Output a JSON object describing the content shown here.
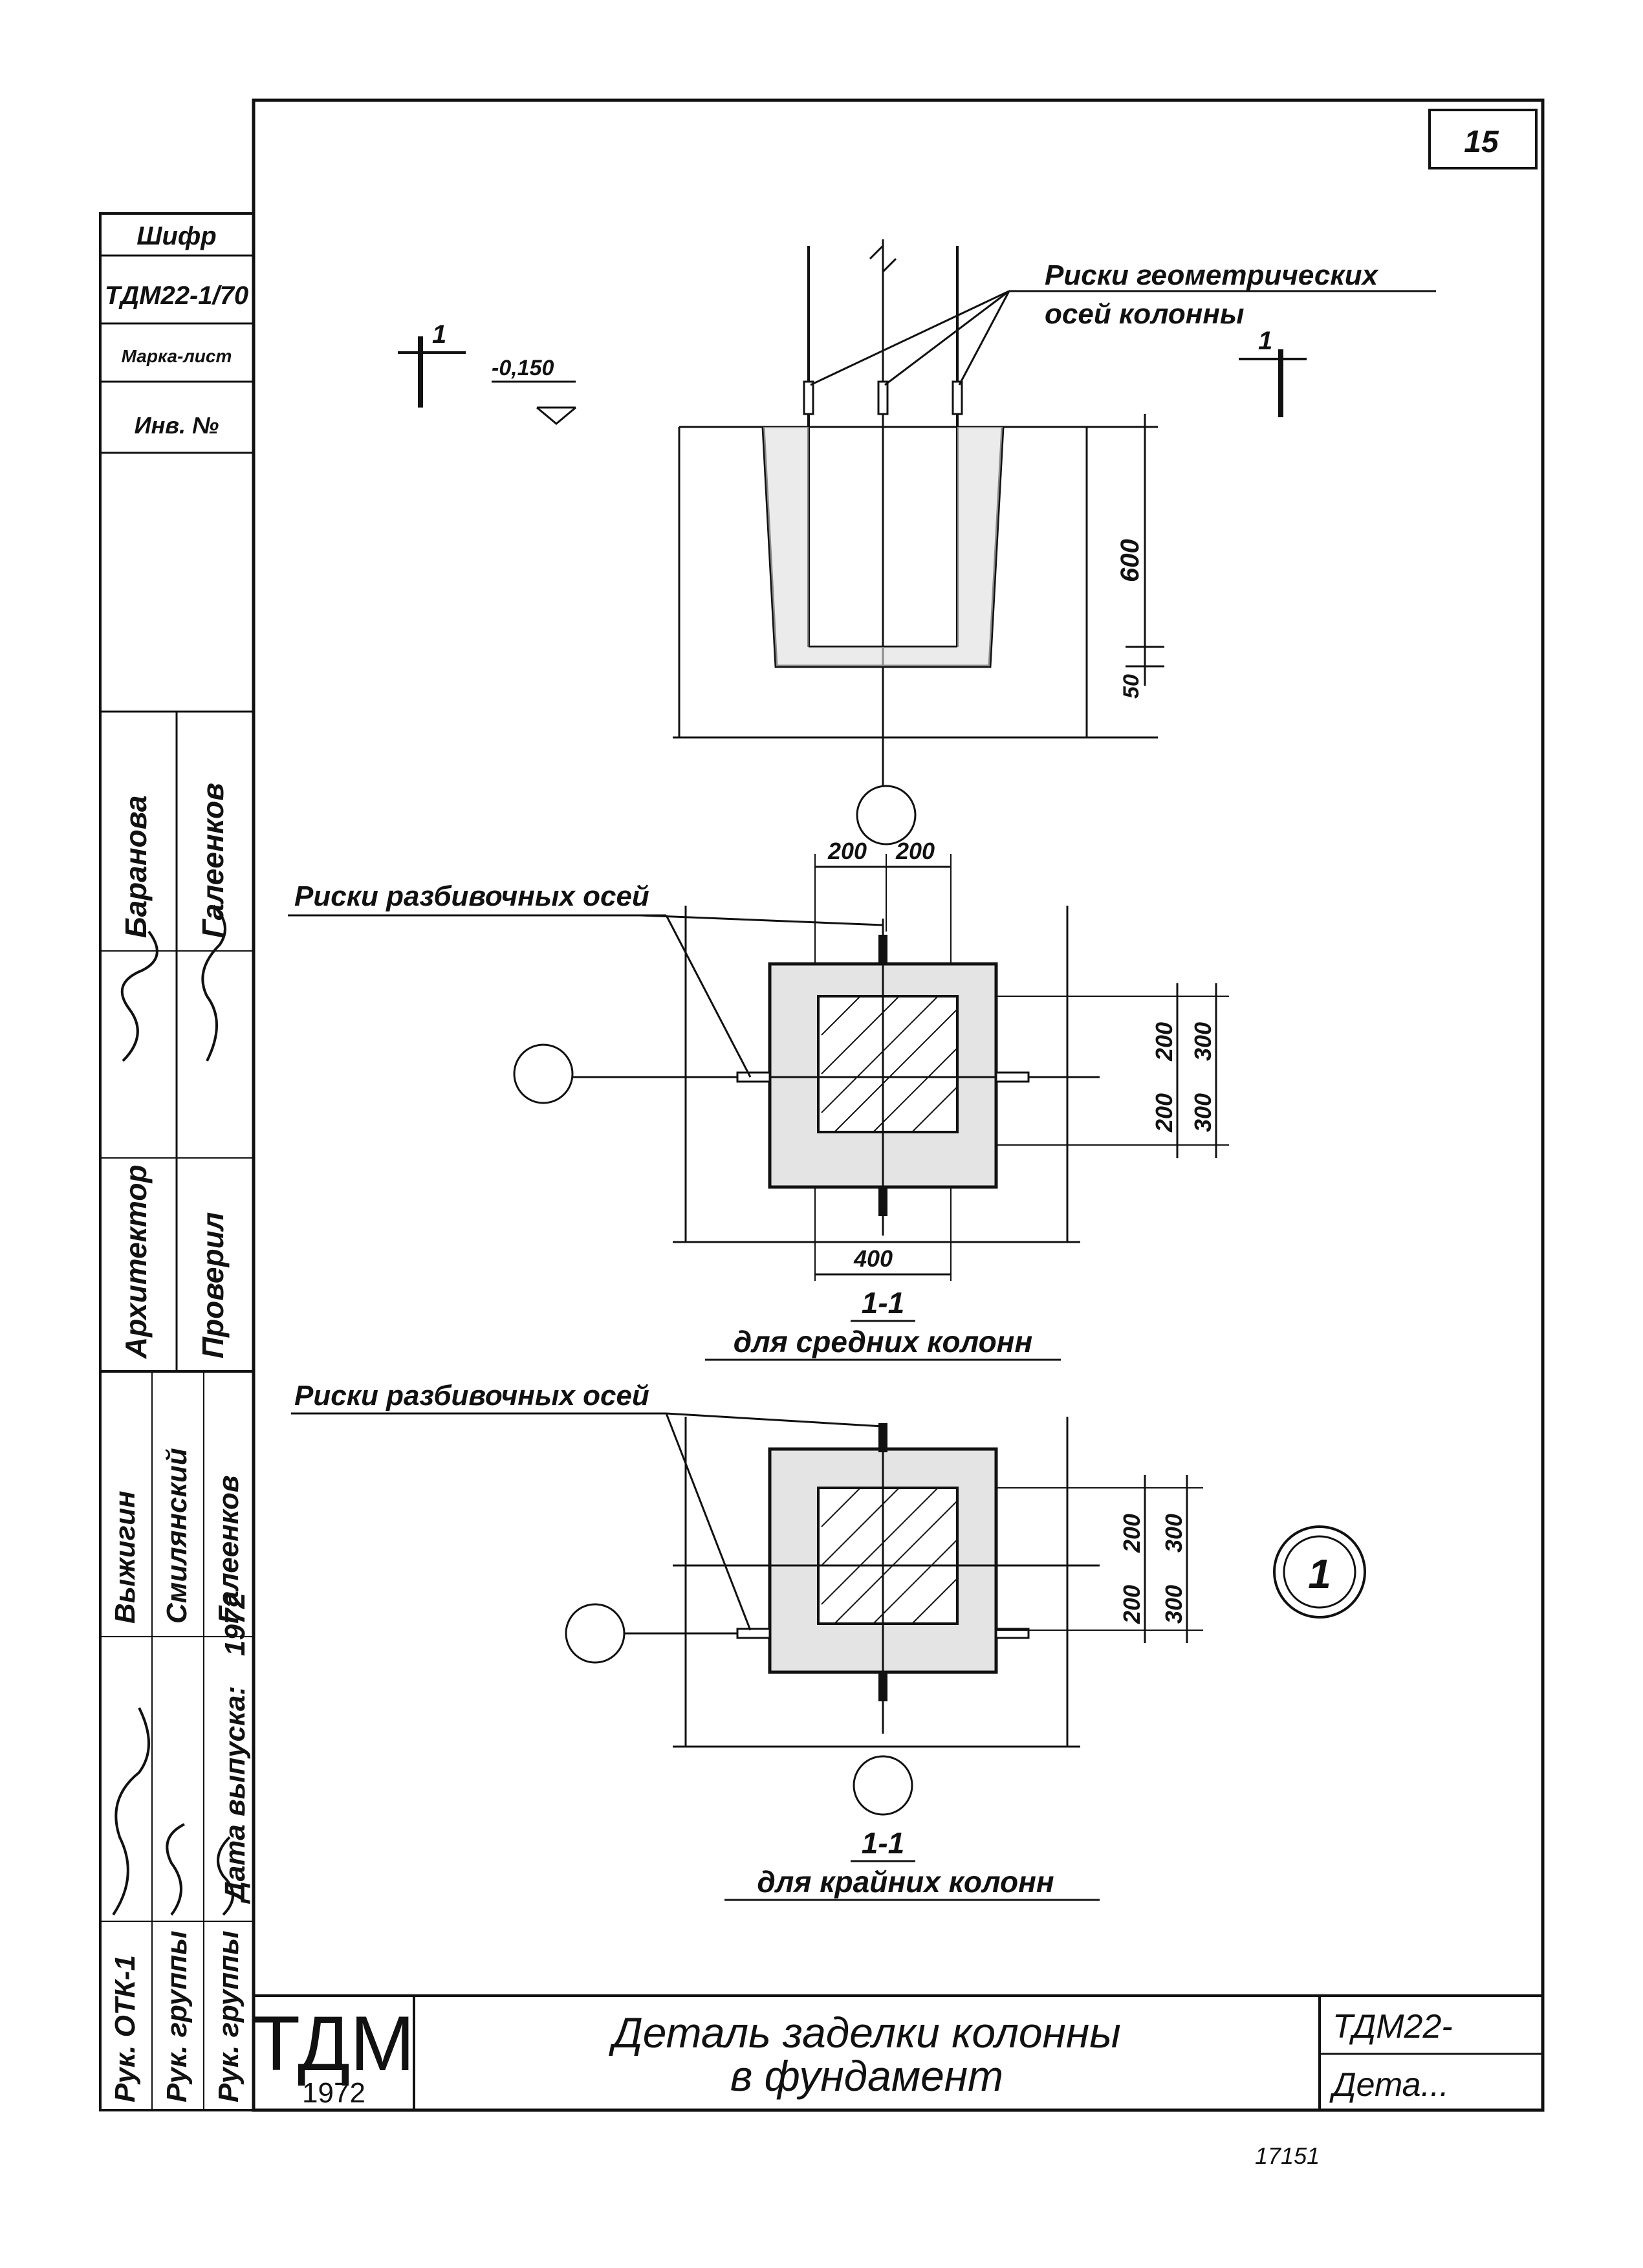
{
  "sheet_number": "15",
  "side_stamp": {
    "cipher_label": "Шифр",
    "cipher_value": "ТДМ22-1/70",
    "mark_sheet_label": "Марка-лист",
    "inv_label": "Инв. №",
    "roles": [
      {
        "role": "Архитектор",
        "name": "Баранова"
      },
      {
        "role": "Проверил",
        "name": "Галеенков"
      },
      {
        "role": "Рук. ОТК-1",
        "name": "Выжигин"
      },
      {
        "role": "Рук. группы",
        "name": "Смилянский"
      },
      {
        "role": "Рук. группы",
        "name": "Галеенков"
      }
    ],
    "issue_label": "Дата выпуска:",
    "issue_year": "1972"
  },
  "elevation": {
    "label_geom_axes_1": "Риски геометрических",
    "label_geom_axes_2": "осей     колонны",
    "level_mark": "-0,150",
    "section_mark": "1",
    "dim_depth": "600",
    "dim_bottom": "50"
  },
  "plan_middle": {
    "label_axes": "Риски разбивочных осей",
    "dim_top_left": "200",
    "dim_top_right": "200",
    "dim_right_1": "200",
    "dim_right_2": "200",
    "dim_right_3": "300",
    "dim_right_4": "300",
    "dim_bottom": "400",
    "section_title": "1-1",
    "caption": "для  средних колонн"
  },
  "plan_edge": {
    "label_axes": "Риски разбивочных осей",
    "dim_right_1": "200",
    "dim_right_2": "200",
    "dim_right_3": "300",
    "dim_right_4": "300",
    "callout": "1",
    "section_title": "1-1",
    "caption": "для  крайних колонн"
  },
  "title_block": {
    "logo": "ТДМ",
    "logo_year": "1972",
    "title_line1": "Деталь  заделки  колонны",
    "title_line2": "в  фундамент",
    "code": "ТДМ22-",
    "sheet_name": "Дета..."
  },
  "footer_mark": "17151"
}
